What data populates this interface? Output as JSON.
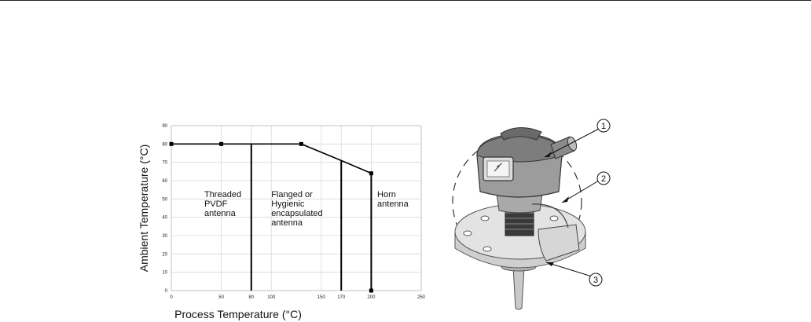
{
  "chart_data": {
    "type": "line",
    "xlabel": "Process Temperature (°C)",
    "ylabel": "Ambient Temperature (°C)",
    "xlim": [
      0,
      250
    ],
    "ylim": [
      0,
      90
    ],
    "x_ticks": [
      0,
      50,
      80,
      100,
      150,
      170,
      200,
      250
    ],
    "y_ticks": [
      0,
      10,
      20,
      30,
      40,
      50,
      60,
      70,
      80,
      90
    ],
    "grid": true,
    "series": [
      {
        "x": [
          0,
          50,
          130,
          170,
          200
        ],
        "y": [
          80,
          80,
          80,
          71,
          64
        ],
        "markers_at": [
          0,
          50,
          130,
          200
        ]
      }
    ],
    "boundaries": [
      {
        "x": 80,
        "y_top": 80,
        "marker": false
      },
      {
        "x": 170,
        "y_top": 71,
        "marker": false
      },
      {
        "x": 200,
        "y_top": 64,
        "marker": true
      }
    ],
    "regions": [
      {
        "lines": [
          "Threaded",
          "PVDF",
          "antenna"
        ],
        "x": 33,
        "y": 51
      },
      {
        "lines": [
          "Flanged or",
          "Hygienic",
          "encapsulated",
          "antenna"
        ],
        "x": 100,
        "y": 51
      },
      {
        "lines": [
          "Horn",
          "antenna"
        ],
        "x": 206,
        "y": 51
      }
    ]
  },
  "callouts": [
    "1",
    "2",
    "3"
  ]
}
